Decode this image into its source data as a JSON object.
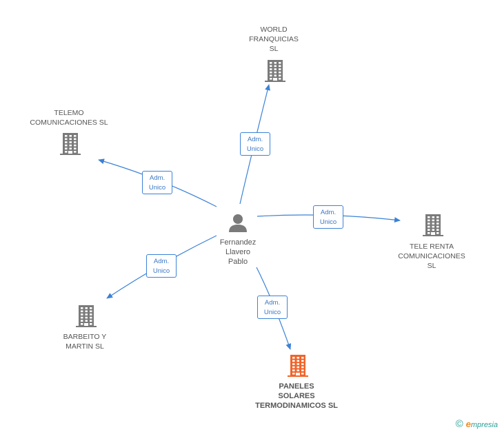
{
  "center": {
    "name": "Fernandez\nLlavero\nPablo"
  },
  "companies": [
    {
      "id": "world",
      "name": "WORLD\nFRANQUICIAS\nSL",
      "color": "#7a7a7a",
      "highlight": false
    },
    {
      "id": "telemo",
      "name": "TELEMO\nCOMUNICACIONES SL",
      "color": "#7a7a7a",
      "highlight": false
    },
    {
      "id": "telerenta",
      "name": "TELE RENTA\nCOMUNICACIONES\nSL",
      "color": "#7a7a7a",
      "highlight": false
    },
    {
      "id": "barbeito",
      "name": "BARBEITO Y\nMARTIN SL",
      "color": "#7a7a7a",
      "highlight": false
    },
    {
      "id": "paneles",
      "name": "PANELES\nSOLARES\nTERMODINAMICOS SL",
      "color": "#f0642a",
      "highlight": true
    }
  ],
  "edges": [
    {
      "line1": "Adm.",
      "line2": "Unico"
    },
    {
      "line1": "Adm.",
      "line2": "Unico"
    },
    {
      "line1": "Adm.",
      "line2": "Unico"
    },
    {
      "line1": "Adm.",
      "line2": "Unico"
    },
    {
      "line1": "Adm.",
      "line2": "Unico"
    }
  ],
  "colors": {
    "edge": "#3b82d6",
    "person": "#7a7a7a",
    "accent": "#2aa198"
  },
  "footer": {
    "copyright": "©",
    "brand_initial": "e",
    "brand_rest": "mpresia"
  }
}
